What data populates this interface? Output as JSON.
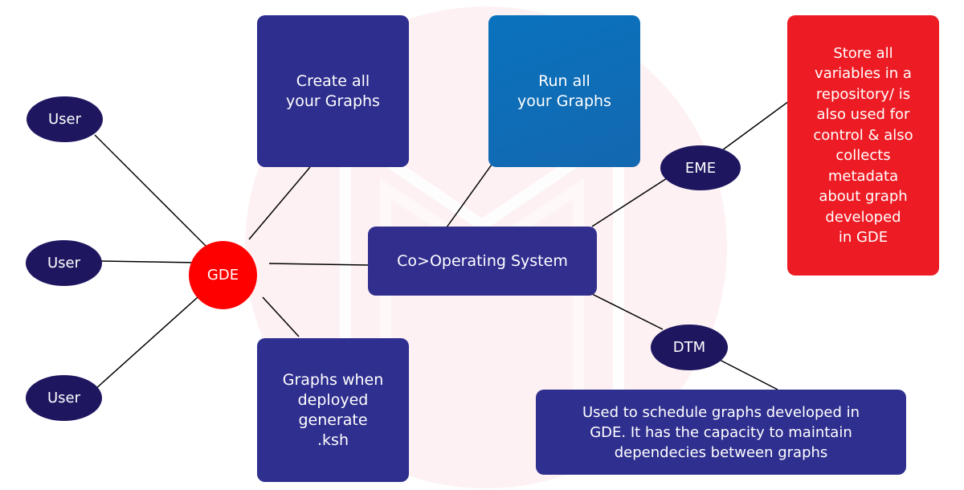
{
  "colors": {
    "dark_navy": "#1e1760",
    "indigo_box": "#2f2f8f",
    "blue_box": "#0f6cb5",
    "red_box": "#ed1c24",
    "gde_red": "#ff0000",
    "watermark_bg": "#fdf1f3"
  },
  "nodes": {
    "users": [
      {
        "label": "User"
      },
      {
        "label": "User"
      },
      {
        "label": "User"
      }
    ],
    "gde": {
      "label": "GDE"
    },
    "create_graphs": {
      "lines": [
        "Create all",
        "your Graphs"
      ]
    },
    "run_graphs": {
      "lines": [
        "Run all",
        "your Graphs"
      ]
    },
    "co_os": {
      "label": "Co>Operating System"
    },
    "ksh": {
      "lines": [
        "Graphs when",
        "deployed",
        "generate",
        ".ksh"
      ]
    },
    "eme": {
      "label": "EME"
    },
    "eme_desc": {
      "lines": [
        "Store all",
        "variables in a",
        "repository/ is",
        "also used for",
        "control & also",
        "collects",
        "metadata",
        "about graph",
        "developed",
        "in GDE"
      ]
    },
    "dtm": {
      "label": "DTM"
    },
    "dtm_desc": {
      "lines": [
        "Used to schedule graphs developed in",
        "GDE. It has the capacity to maintain",
        "dependecies between graphs"
      ]
    }
  }
}
